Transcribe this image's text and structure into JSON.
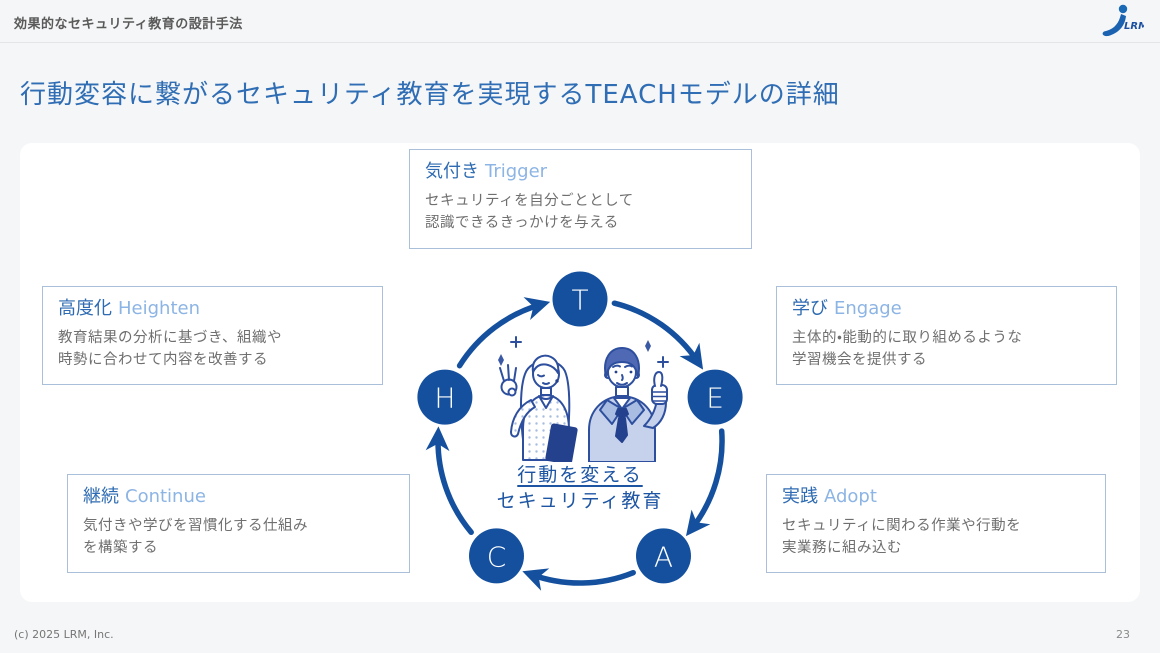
{
  "colors": {
    "page_bg": "#F5F6F7",
    "panel_bg": "#FFFFFF",
    "title_blue": "#2F6DB4",
    "card_title_blue": "#2E6BB2",
    "card_title_light_blue": "#8CB4E4",
    "card_border": "#AABFD9",
    "body_gray": "#6F6F6F",
    "cycle_deep_blue": "#14509E",
    "center_text_blue": "#1D55A3"
  },
  "header": {
    "breadcrumb": "効果的なセキュリティ教育の設計手法",
    "logo_text": "LRM"
  },
  "title": "行動変容に繋がるセキュリティ教育を実現するTEACHモデルの詳細",
  "cards": [
    {
      "jp": "気付き",
      "en": "Trigger",
      "body_line1": "セキュリティを自分ごととして",
      "body_line2": "認識できるきっかけを与える"
    },
    {
      "jp": "高度化",
      "en": "Heighten",
      "body_line1": "教育結果の分析に基づき、組織や",
      "body_line2": "時勢に合わせて内容を改善する"
    },
    {
      "jp": "学び",
      "en": "Engage",
      "body_line1": "主体的・能動的に取り組めるような",
      "body_line2": "学習機会を提供する"
    },
    {
      "jp": "継続",
      "en": "Continue",
      "body_line1": "気付きや学びを習慣化する仕組み",
      "body_line2": "を構築する"
    },
    {
      "jp": "実践",
      "en": "Adopt",
      "body_line1": "セキュリティに関わる作業や行動を",
      "body_line2": "実業務に組み込む"
    }
  ],
  "diagram": {
    "nodes": [
      {
        "letter": "T"
      },
      {
        "letter": "E"
      },
      {
        "letter": "A"
      },
      {
        "letter": "C"
      },
      {
        "letter": "H"
      }
    ],
    "center_line1": "行動を変える",
    "center_line2": "セキュリティ教育"
  },
  "footer": {
    "copyright": "(c) 2025 LRM, Inc.",
    "page_number": "23"
  }
}
